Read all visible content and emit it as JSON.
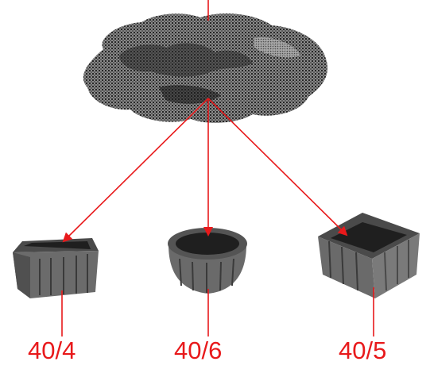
{
  "colors": {
    "annotation": "#e8191b",
    "cloud_dark": "#1e1e1e",
    "cloud_mid": "#5a5a5a",
    "cloud_light": "#9a9a9a",
    "planter_dark": "#2f2f2f",
    "planter_mid": "#6b6b6b",
    "planter_light": "#9c9c9c"
  },
  "shapes": {
    "source": "point-cloud",
    "targets": [
      "rectangular-planter",
      "round-planter",
      "square-planter"
    ]
  },
  "labels": {
    "left": "40/4",
    "center": "40/6",
    "right": "40/5"
  }
}
